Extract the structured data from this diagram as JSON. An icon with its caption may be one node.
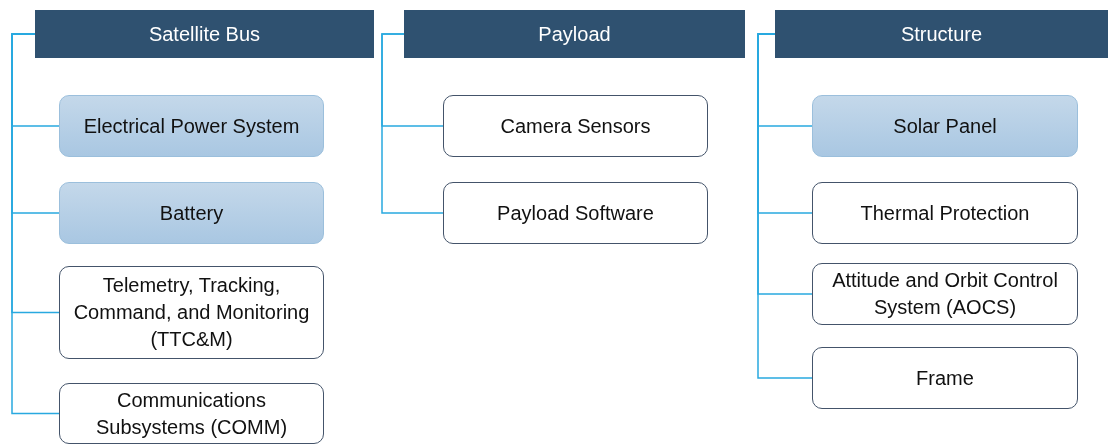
{
  "diagram": {
    "nodes": [
      {
        "text": [
          "Satellite Bus"
        ]
      },
      {
        "text": [
          "Electrical Power System"
        ]
      },
      {
        "text": [
          "Battery"
        ]
      },
      {
        "text": [
          "Telemetry, Tracking, Command, and Monitoring (TTC&M)"
        ]
      },
      {
        "text": [
          "Communications Subsystems (COMM)"
        ]
      },
      {
        "text": [
          "Payload"
        ]
      },
      {
        "text": [
          "Camera Sensors"
        ]
      },
      {
        "text": [
          "Payload Software"
        ]
      },
      {
        "text": [
          "Structure"
        ]
      },
      {
        "text": [
          "Solar Panel"
        ]
      },
      {
        "text": [
          "Thermal Protection"
        ]
      },
      {
        "text": [
          "Attitude and Orbit Control System (AOCS)"
        ]
      },
      {
        "text": [
          "Frame"
        ]
      }
    ],
    "edges": [
      {
        "from": 0,
        "to": 1,
        "arrow": "none"
      },
      {
        "from": 0,
        "to": 2,
        "arrow": "none"
      },
      {
        "from": 0,
        "to": 3,
        "arrow": "none"
      },
      {
        "from": 0,
        "to": 4,
        "arrow": "none"
      },
      {
        "from": 5,
        "to": 6,
        "arrow": "none"
      },
      {
        "from": 5,
        "to": 7,
        "arrow": "none"
      },
      {
        "from": 8,
        "to": 9,
        "arrow": "none"
      },
      {
        "from": 8,
        "to": 10,
        "arrow": "none"
      },
      {
        "from": 8,
        "to": 11,
        "arrow": "none"
      },
      {
        "from": 8,
        "to": 12,
        "arrow": "none"
      }
    ]
  }
}
